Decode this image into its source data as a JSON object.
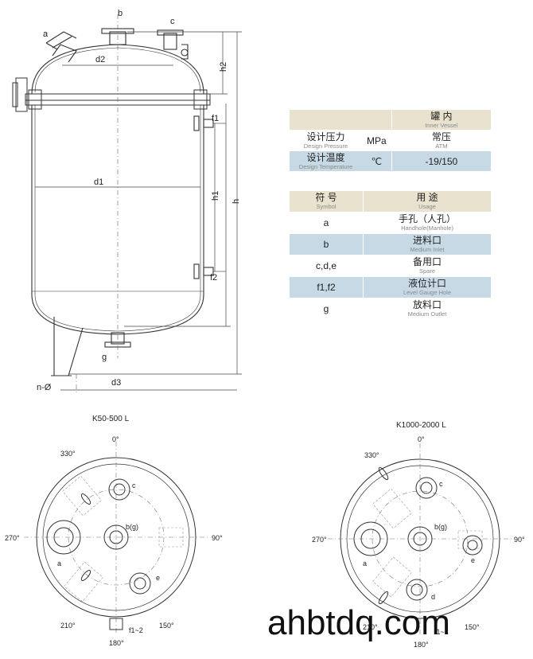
{
  "vessel": {
    "labels": {
      "a": "a",
      "b": "b",
      "c": "c",
      "d1": "d1",
      "d2": "d2",
      "d3": "d3",
      "h": "h",
      "h1": "h1",
      "h2": "h2",
      "f1": "f1",
      "f2": "f2",
      "g": "g",
      "n": "n-Ø"
    }
  },
  "spec_table": {
    "header": {
      "zh": "罐 内",
      "en": "Inner Vessel"
    },
    "rows": [
      {
        "zh": "设计压力",
        "en": "Design Pressure",
        "unit": "MPa",
        "val_zh": "常压",
        "val_en": "ATM"
      },
      {
        "zh": "设计温度",
        "en": "Design Temperature",
        "unit": "℃",
        "val_zh": "-19/150",
        "val_en": ""
      }
    ]
  },
  "usage_table": {
    "header": {
      "symbol_zh": "符 号",
      "symbol_en": "Symbol",
      "usage_zh": "用 途",
      "usage_en": "Usage"
    },
    "rows": [
      {
        "symbol": "a",
        "zh": "手孔（人孔）",
        "en": "Handhole(Manhole)"
      },
      {
        "symbol": "b",
        "zh": "进料口",
        "en": "Medium Inlet"
      },
      {
        "symbol": "c,d,e",
        "zh": "备用口",
        "en": "Spare"
      },
      {
        "symbol": "f1,f2",
        "zh": "液位计口",
        "en": "Level Gauge Hole"
      },
      {
        "symbol": "g",
        "zh": "放料口",
        "en": "Medium Outlet"
      }
    ]
  },
  "plan_small": {
    "title": "K50-500 L",
    "angles": {
      "a0": "0°",
      "a90": "90°",
      "a180": "180°",
      "a270": "270°",
      "a330": "330°",
      "a210": "210°",
      "a150": "150°"
    },
    "ports": {
      "a": "a",
      "bg": "b(g)",
      "c": "c",
      "e": "e",
      "f": "f1~2"
    }
  },
  "plan_large": {
    "title": "K1000-2000 L",
    "angles": {
      "a0": "0°",
      "a90": "90°",
      "a180": "180°",
      "a270": "270°",
      "a330": "330°",
      "a210": "210°",
      "a150": "150°"
    },
    "ports": {
      "a": "a",
      "bg": "b(g)",
      "c": "c",
      "d": "d",
      "e": "e",
      "f": "f1~2"
    }
  },
  "watermark": "ahbtdq.com"
}
